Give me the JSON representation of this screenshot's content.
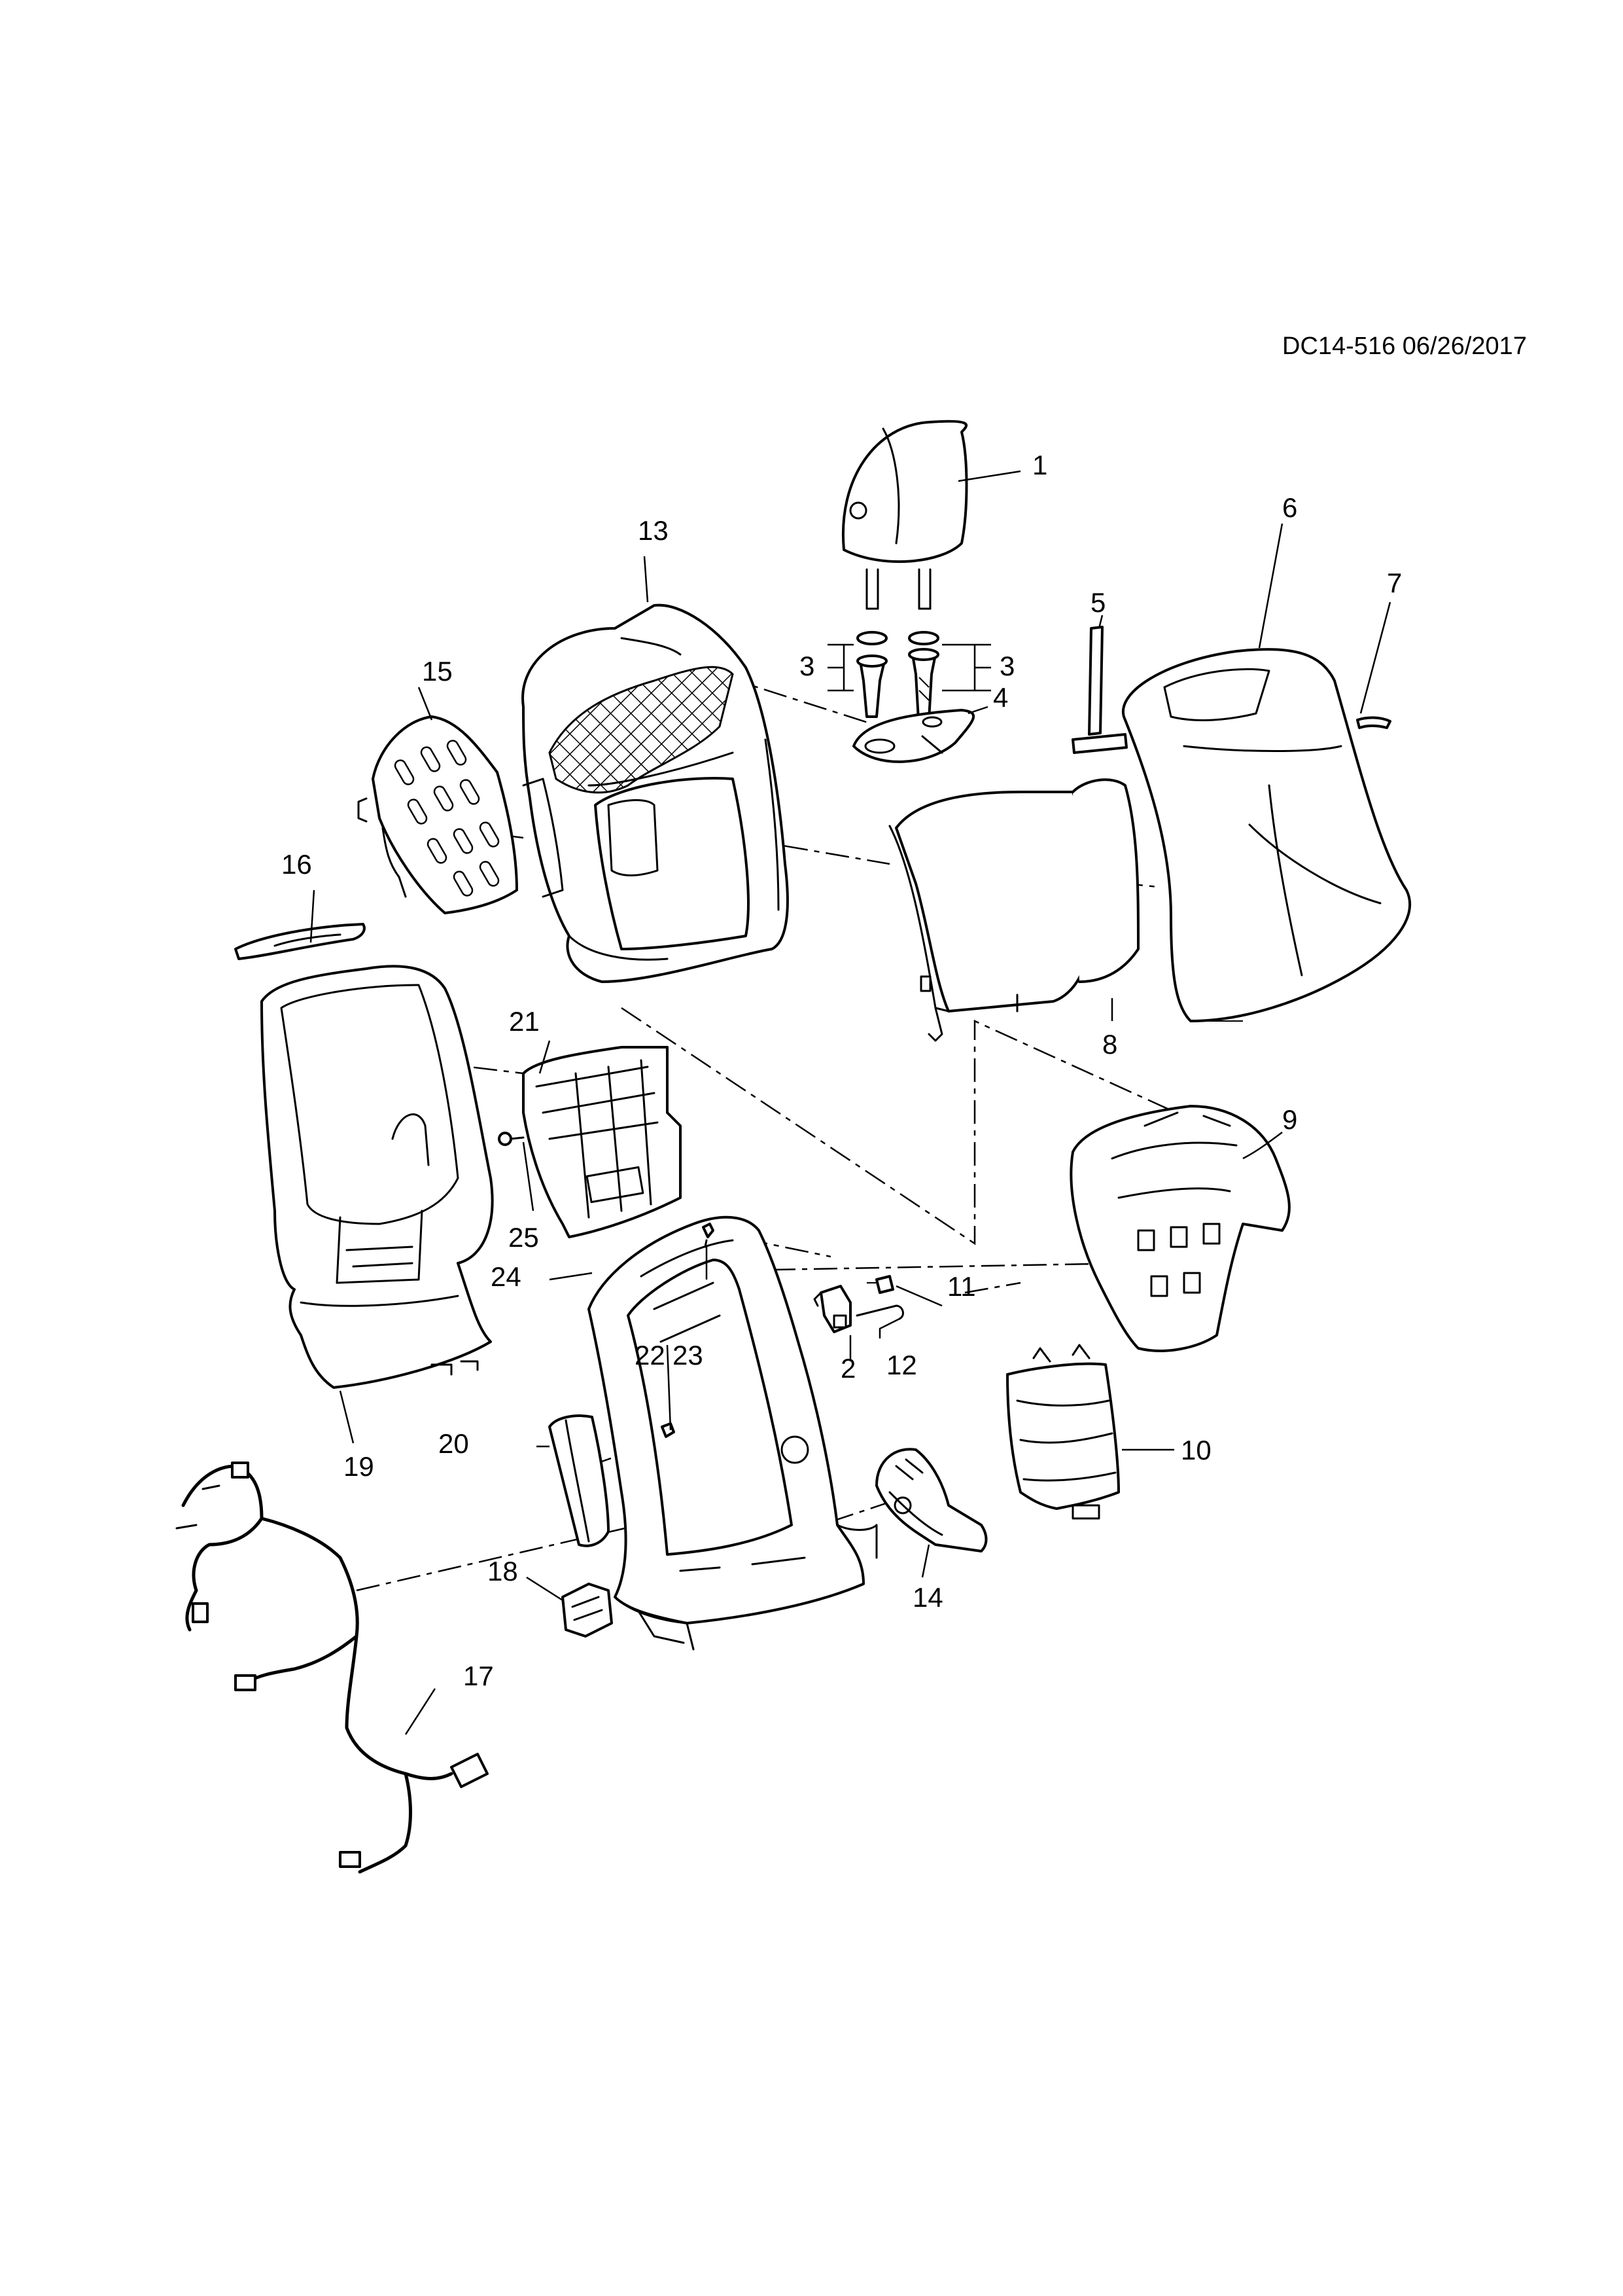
{
  "document": {
    "id": "DC14-516 06/26/2017"
  },
  "callouts": {
    "c1": "1",
    "c2": "2",
    "c3a": "3",
    "c3b": "3",
    "c4": "4",
    "c5": "5",
    "c6": "6",
    "c7": "7",
    "c8": "8",
    "c9": "9",
    "c10": "10",
    "c11": "11",
    "c12": "12",
    "c13": "13",
    "c14": "14",
    "c15": "15",
    "c16": "16",
    "c17": "17",
    "c18": "18",
    "c19": "19",
    "c20": "20",
    "c21": "21",
    "c22": "22",
    "c23": "23",
    "c24": "24",
    "c25": "25"
  }
}
